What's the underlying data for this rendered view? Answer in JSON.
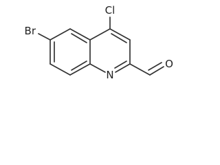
{
  "molecule": {
    "atoms": {
      "bromine": "Br",
      "chlorine": "Cl",
      "nitrogen": "N",
      "oxygen": "O"
    },
    "colors": {
      "bond": "#333333",
      "label": "#222222",
      "background": "#ffffff"
    }
  }
}
